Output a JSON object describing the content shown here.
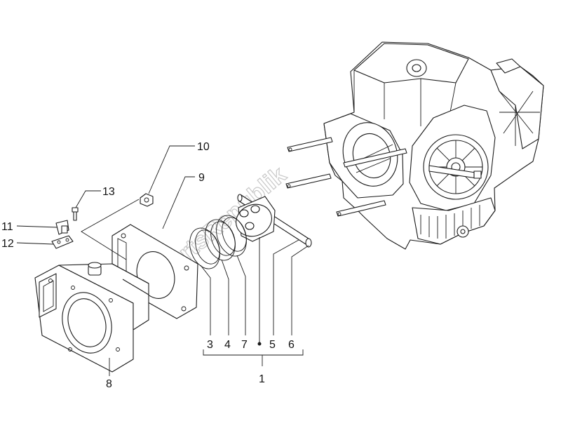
{
  "watermark_text": "PartsRepublik",
  "callouts": {
    "c1": "1",
    "c3": "3",
    "c4": "4",
    "c5": "5",
    "c6": "6",
    "c7": "7",
    "c8": "8",
    "c9": "9",
    "c10": "10",
    "c11": "11",
    "c12": "12",
    "c13": "13"
  },
  "colors": {
    "line": "#1a1a1a",
    "background": "#ffffff",
    "watermark": "#c8c8c8"
  }
}
